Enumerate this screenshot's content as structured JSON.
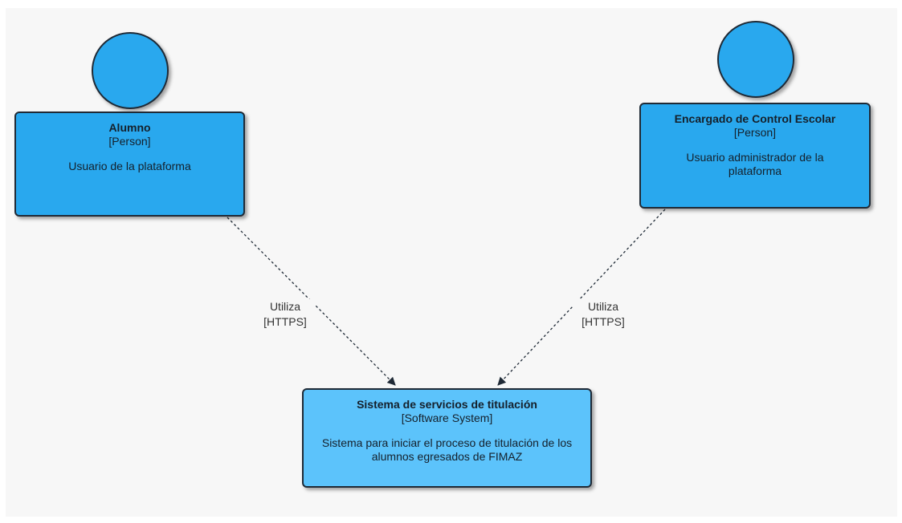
{
  "elements": {
    "alumno": {
      "name": "Alumno",
      "type": "[Person]",
      "description": "Usuario de la plataforma"
    },
    "encargado": {
      "name": "Encargado de Control Escolar",
      "type": "[Person]",
      "description": "Usuario administrador de la plataforma"
    },
    "sistema": {
      "name": "Sistema de servicios de titulación",
      "type": "[Software System]",
      "description": "Sistema para iniciar el proceso de titulación de los alumnos egresados de FIMAZ"
    }
  },
  "relationships": [
    {
      "from": "Alumno",
      "to": "Sistema de servicios de titulación",
      "label": "Utiliza",
      "technology": "[HTTPS]"
    },
    {
      "from": "Encargado de Control Escolar",
      "to": "Sistema de servicios de titulación",
      "label": "Utiliza",
      "technology": "[HTTPS]"
    }
  ],
  "colors": {
    "person": "#29a8ee",
    "software_system": "#5cc3fb",
    "border": "#1f2a36",
    "background": "#f7f7f7"
  }
}
